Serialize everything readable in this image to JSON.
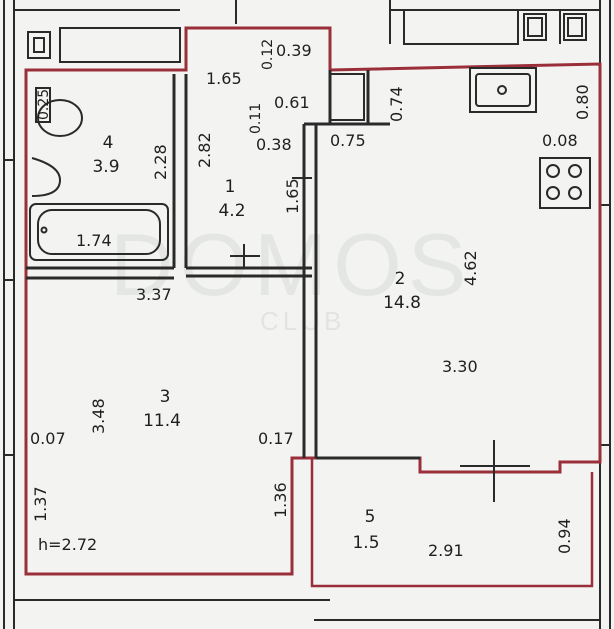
{
  "rooms": [
    {
      "number": "1",
      "area": "4.2"
    },
    {
      "number": "2",
      "area": "14.8"
    },
    {
      "number": "3",
      "area": "11.4"
    },
    {
      "number": "4",
      "area": "3.9"
    },
    {
      "number": "5",
      "area": "1.5"
    }
  ],
  "dimensions": {
    "d_165_top": "1.65",
    "d_012": "0.12",
    "d_039": "0.39",
    "d_011": "0.11",
    "d_061": "0.61",
    "d_074": "0.74",
    "d_080": "0.80",
    "d_025": "0.25",
    "d_228": "2.28",
    "d_282": "2.82",
    "d_038": "0.38",
    "d_075": "0.75",
    "d_008": "0.08",
    "d_165_mid": "1.65",
    "d_174": "1.74",
    "d_462": "4.62",
    "d_337": "3.37",
    "d_330": "3.30",
    "d_348": "3.48",
    "d_007": "0.07",
    "d_017": "0.17",
    "d_137": "1.37",
    "d_136": "1.36",
    "d_291": "2.91",
    "d_094": "0.94"
  },
  "ceiling_height": "h=2.72",
  "watermark": {
    "main": "DOMOS",
    "sub": "CLUB"
  },
  "colors": {
    "outline": "#9a2f3a",
    "wall": "#2a2a2a",
    "background": "#f3f4f2"
  }
}
